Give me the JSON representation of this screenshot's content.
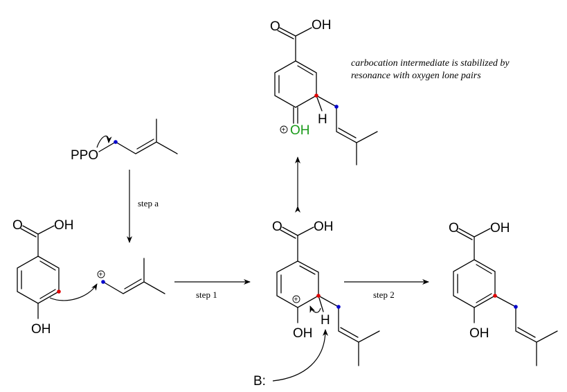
{
  "note": {
    "line1": "carbocation intermediate is stabilized by",
    "line2": "resonance with oxygen lone pairs"
  },
  "labels": {
    "step_a": "step a",
    "step_1": "step 1",
    "step_2": "step 2"
  },
  "atoms": {
    "o": "O",
    "oh": "OH",
    "h": "H",
    "ppo": "PPO",
    "base": "B:",
    "plus": "+"
  },
  "colors": {
    "red_dot": "#e00000",
    "blue_dot": "#0000cc",
    "green_oh": "#1a9a1a"
  }
}
